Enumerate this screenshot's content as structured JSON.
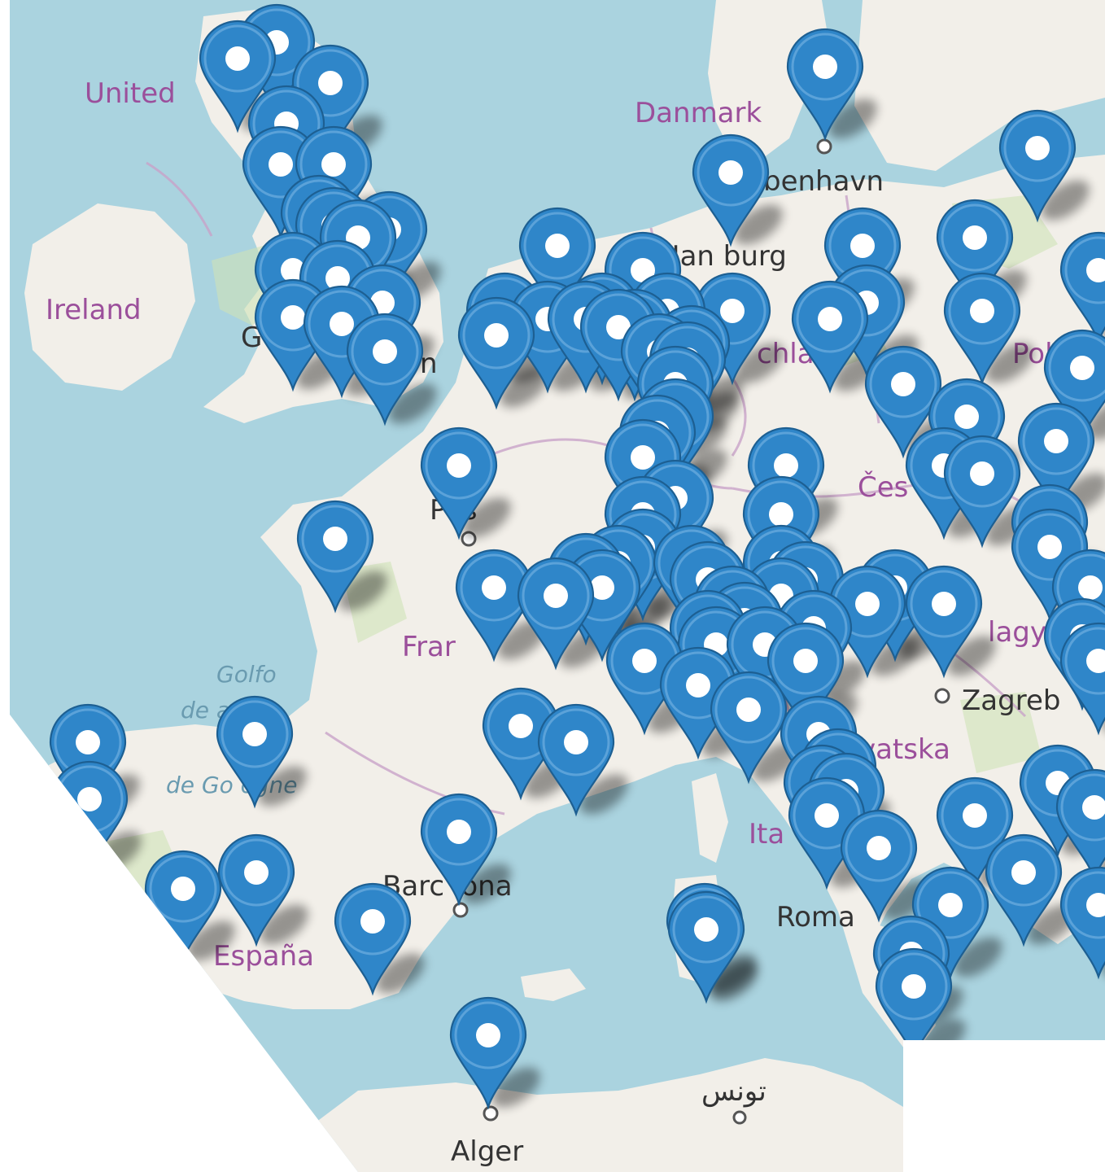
{
  "map": {
    "colors": {
      "sea": "#aad3df",
      "land": "#f2efe9",
      "land_green": "#cfe3b8",
      "border": "#c8a2c8",
      "marker": "#2f86c9",
      "marker_stroke": "#1d5f92"
    },
    "labels": [
      {
        "id": "united-kingdom",
        "kind": "country",
        "text": "United"
      },
      {
        "id": "ireland",
        "kind": "country",
        "text": "Ireland"
      },
      {
        "id": "danmark",
        "kind": "country",
        "text": "Danmark"
      },
      {
        "id": "kobenhavn",
        "kind": "city",
        "text": "benhavn"
      },
      {
        "id": "hamburg",
        "kind": "city",
        "text": "Han burg"
      },
      {
        "id": "deutschland",
        "kind": "country",
        "text": "chlar"
      },
      {
        "id": "polska",
        "kind": "country",
        "text": "Polsk"
      },
      {
        "id": "cesko",
        "kind": "country",
        "text": "Čes"
      },
      {
        "id": "paris",
        "kind": "city",
        "text": "P is"
      },
      {
        "id": "france",
        "kind": "country",
        "text": "Frar"
      },
      {
        "id": "magyar",
        "kind": "country",
        "text": "lagya"
      },
      {
        "id": "zagreb",
        "kind": "city",
        "text": "Zagreb"
      },
      {
        "id": "hrvatska",
        "kind": "country",
        "text": "rvatska"
      },
      {
        "id": "golfo-1",
        "kind": "sea",
        "text": "Golfo"
      },
      {
        "id": "golfo-2",
        "kind": "sea",
        "text": "de   aya"
      },
      {
        "id": "golfo-3",
        "kind": "sea",
        "text": "de Go  ogne"
      },
      {
        "id": "italia",
        "kind": "country",
        "text": "Ita"
      },
      {
        "id": "barcelona",
        "kind": "city",
        "text": "Barc lona"
      },
      {
        "id": "espana",
        "kind": "country",
        "text": "España"
      },
      {
        "id": "roma",
        "kind": "city",
        "text": "Roma"
      },
      {
        "id": "tunis",
        "kind": "city",
        "text": "تونس"
      },
      {
        "id": "alger",
        "kind": "city",
        "text": "Alger"
      },
      {
        "id": "london",
        "kind": "city",
        "text": "n"
      },
      {
        "id": "glasgow",
        "kind": "city",
        "text": "G"
      }
    ],
    "marker_icon": "map-pin-icon",
    "marker_count": 118
  }
}
